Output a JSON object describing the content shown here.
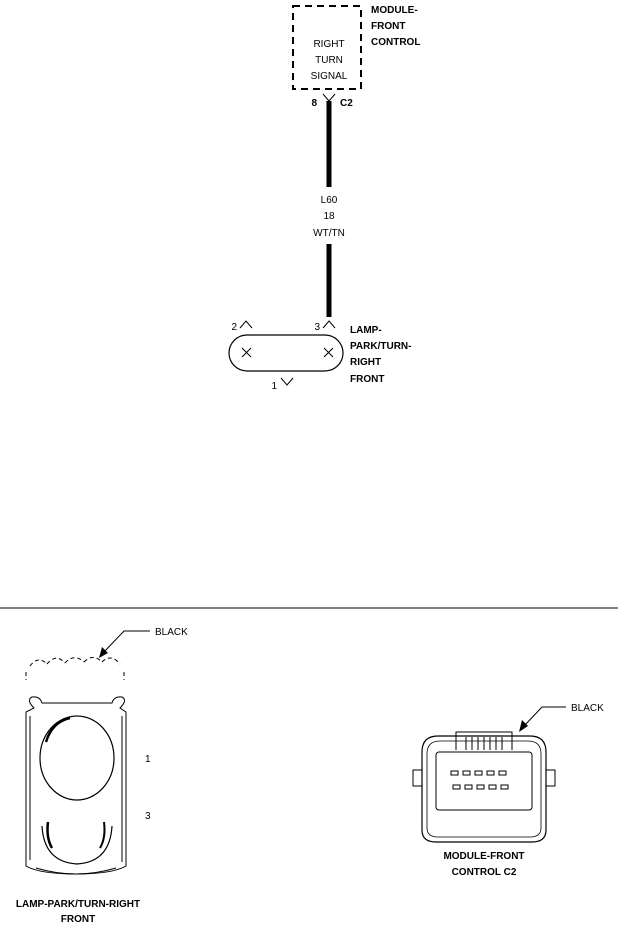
{
  "module": {
    "name_lines": [
      "MODULE-",
      "FRONT",
      "CONTROL"
    ],
    "box_lines": [
      "RIGHT",
      "TURN",
      "SIGNAL"
    ],
    "pin": "8",
    "connector": "C2"
  },
  "wire": {
    "circuit": "L60",
    "gauge": "18",
    "color": "WT/TN"
  },
  "lamp": {
    "name_lines": [
      "LAMP-",
      "PARK/TURN-",
      "RIGHT",
      "FRONT"
    ],
    "pin_2": "2",
    "pin_3": "3",
    "pin_1": "1"
  },
  "lamp_connector_view": {
    "color_label": "BLACK",
    "pin_1": "1",
    "pin_3": "3",
    "caption_lines": [
      "LAMP-PARK/TURN-RIGHT",
      "FRONT"
    ]
  },
  "module_connector_view": {
    "color_label": "BLACK",
    "caption_lines": [
      "MODULE-FRONT",
      "CONTROL C2"
    ]
  }
}
